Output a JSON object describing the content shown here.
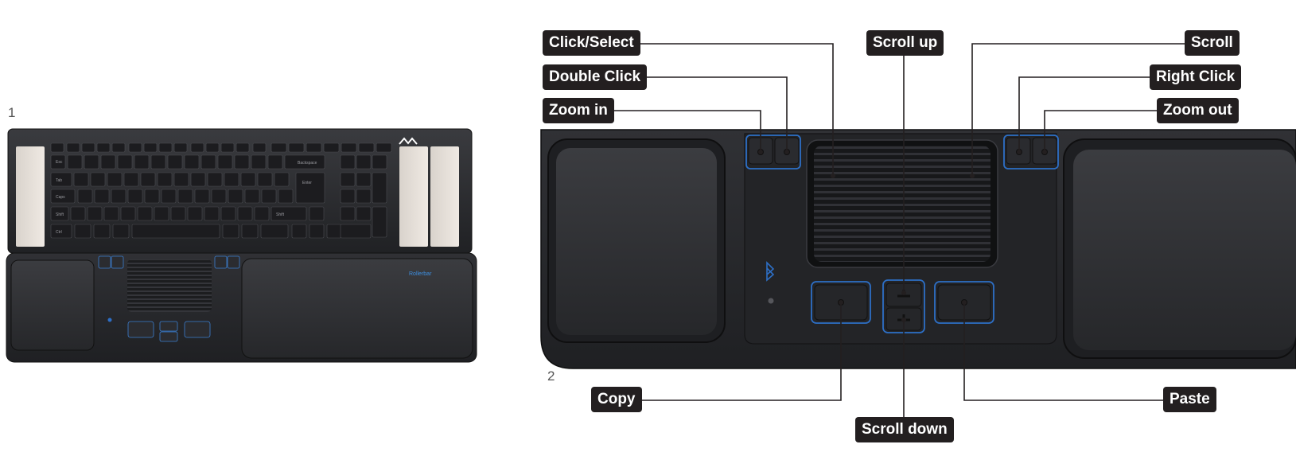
{
  "figures": {
    "fig1": {
      "number": "1"
    },
    "fig2": {
      "number": "2"
    }
  },
  "callouts": {
    "click_select": "Click/Select",
    "double_click": "Double Click",
    "zoom_in": "Zoom in",
    "scroll_up": "Scroll up",
    "scroll": "Scroll",
    "right_click": "Right Click",
    "zoom_out": "Zoom out",
    "copy": "Copy",
    "scroll_down": "Scroll down",
    "paste": "Paste"
  },
  "colors": {
    "label_bg": "#231f20",
    "label_text": "#ffffff",
    "device_body": "#2a2b2e",
    "accent_blue": "#1e6fd0"
  }
}
